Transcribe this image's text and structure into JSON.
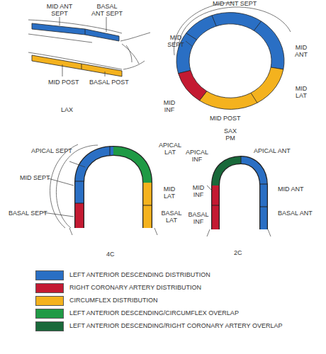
{
  "diagram": {
    "labels": [
      "MID ANT SEPT",
      "BASAL ANT SEPT",
      "MID POST",
      "BASAL POST",
      "LAX",
      "MID ANT SEPT",
      "MID SEPT",
      "MID ANT",
      "MID LAT",
      "MID INF",
      "MID POST",
      "SAX PM",
      "APICAL SEPT",
      "APICAL LAT",
      "MID SEPT",
      "MID LAT",
      "BASAL SEPT",
      "BASAL LAT",
      "4C",
      "APICAL INF",
      "APICAL ANT",
      "MID INF",
      "MID ANT",
      "BASAL INF",
      "BASAL ANT",
      "2C"
    ],
    "legend": [
      {
        "text": "LEFT ANTERIOR DESCENDING DISTRIBUTION",
        "color": "#2a6fc4"
      },
      {
        "text": "RIGHT CORONARY ARTERY DISTRIBUTION",
        "color": "#c41a32"
      },
      {
        "text": "CIRCUMFLEX DISTRIBUTION",
        "color": "#f4b21e"
      },
      {
        "text": "LEFT ANTERIOR DESCENDING/CIRCUMFLEX OVERLAP",
        "color": "#1f9a45"
      },
      {
        "text": "LEFT ANTERIOR DESCENDING/RIGHT CORONARY ARTERY OVERLAP",
        "color": "#19693a"
      }
    ]
  }
}
